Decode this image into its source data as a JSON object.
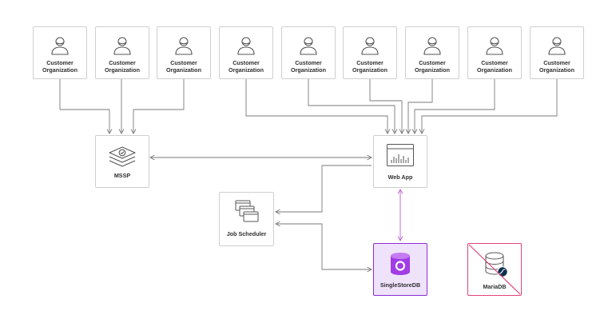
{
  "customers": [
    {
      "label": "Customer Organization"
    },
    {
      "label": "Customer Organization"
    },
    {
      "label": "Customer Organization"
    },
    {
      "label": "Customer Organization"
    },
    {
      "label": "Customer Organization"
    },
    {
      "label": "Customer Organization"
    },
    {
      "label": "Customer Organization"
    },
    {
      "label": "Customer Organization"
    },
    {
      "label": "Customer Organization"
    }
  ],
  "nodes": {
    "mssp": "MSSP",
    "web_app": "Web App",
    "job_scheduler": "Job Scheduler",
    "singlestore": "SingleStoreDB",
    "mariadb": "MariaDB"
  },
  "colors": {
    "border": "#cfcfcf",
    "connector": "#7a7a7a",
    "singlestore_accent": "#8d2cd6",
    "singlestore_fill": "#efe2fb",
    "mariadb_cross": "#e0457a",
    "mariadb_badge": "#0e3050"
  },
  "icons": {
    "customer": "person-icon",
    "mssp": "layers-icon",
    "web_app": "chart-window-icon",
    "job_scheduler": "stacked-windows-icon",
    "singlestore": "database-icon",
    "mariadb": "database-icon"
  }
}
